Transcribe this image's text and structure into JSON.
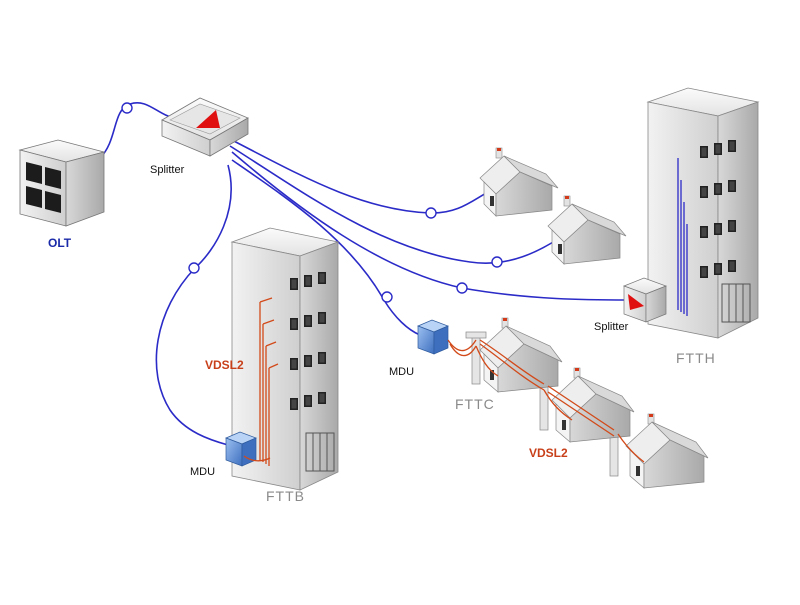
{
  "labels": {
    "olt": "OLT",
    "splitter_main": "Splitter",
    "splitter_ftth": "Splitter",
    "mdu_fttb": "MDU",
    "mdu_fttc": "MDU",
    "vdsl2_fttb": "VDSL2",
    "vdsl2_fttc": "VDSL2",
    "fttb": "FTTB",
    "fttc": "FTTC",
    "ftth": "FTTH"
  },
  "colors": {
    "fiber": "#2b2bc8",
    "copper": "#d24a1a",
    "olt_label": "#1a2aa8",
    "vdsl_label": "#c8401a",
    "arrow_red": "#e01010",
    "mdu_blue": "#5b8fd6"
  }
}
